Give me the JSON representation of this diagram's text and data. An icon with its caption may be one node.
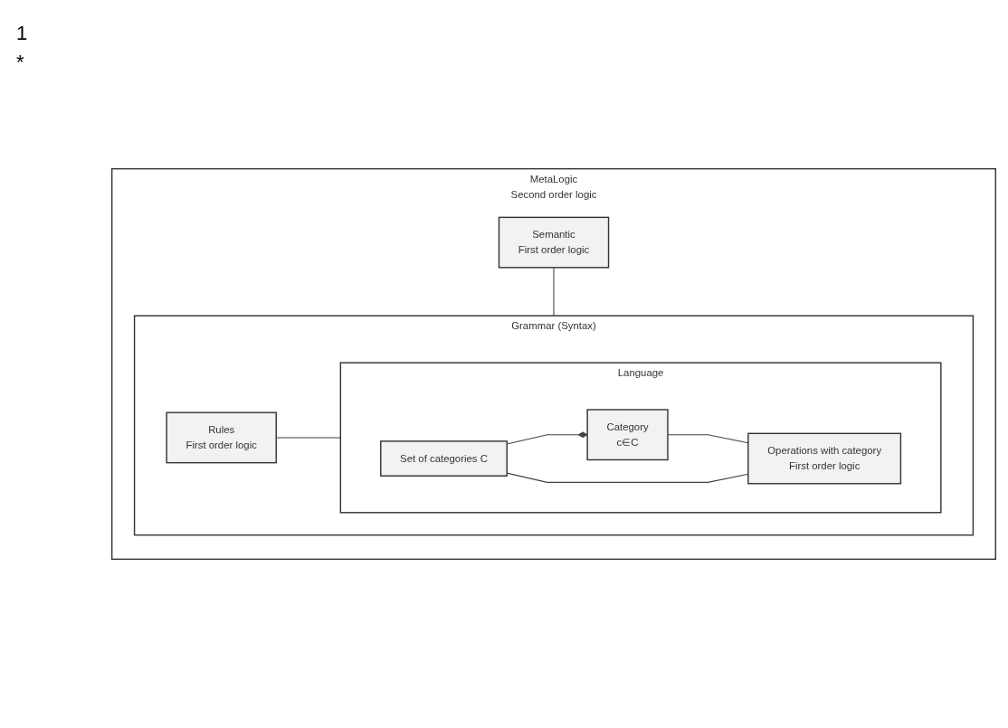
{
  "diagram": {
    "nodes": [
      {
        "text": [
          "MetaLogic",
          "Second order logic"
        ]
      },
      {
        "text": [
          "Semantic",
          "First order logic"
        ],
        "in": 0
      },
      {
        "text": [
          "Grammar (Syntax)"
        ],
        "in": 0
      },
      {
        "text": [
          "Rules",
          "First order logic"
        ],
        "in": 2
      },
      {
        "text": [
          "Language"
        ],
        "in": 2
      },
      {
        "text": [
          "Category",
          "c∈C"
        ],
        "in": 4
      },
      {
        "text": [
          "Set of categories C"
        ],
        "in": 4
      },
      {
        "text": [
          "Operations with category",
          "First order logic"
        ],
        "in": 4
      }
    ],
    "edges": [
      {
        "from": 1,
        "to": 2,
        "arrow": "none"
      },
      {
        "from": 3,
        "to": 4,
        "arrow": "none"
      },
      {
        "from": 5,
        "to": 7,
        "arrow": "none"
      },
      {
        "from": 6,
        "to": 5,
        "arrow": "other"
      },
      {
        "from": 6,
        "to": 7,
        "arrow": "none"
      }
    ],
    "labels": [
      "1",
      "*"
    ]
  }
}
